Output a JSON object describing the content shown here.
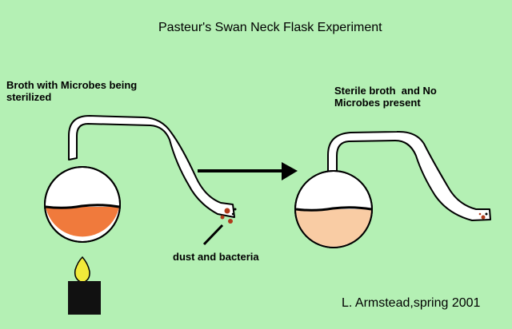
{
  "title": "Pasteur's Swan Neck Flask Experiment",
  "left_flask": {
    "caption_lines": [
      "Broth with Microbes being",
      "sterilized"
    ],
    "broth_color": "#f07a3c"
  },
  "right_flask": {
    "caption_lines": [
      "Sterile broth  and No",
      "Microbes present"
    ],
    "broth_color": "#f9cca4"
  },
  "dust_label": "dust and bacteria",
  "credit": "L. Armstead,spring 2001",
  "colors": {
    "background": "#b4f0b4",
    "flask_fill": "#ffffff",
    "outline": "#000000",
    "dust": "#b03a1a",
    "burner_body": "#111111",
    "flame": "#f2ea3a"
  }
}
